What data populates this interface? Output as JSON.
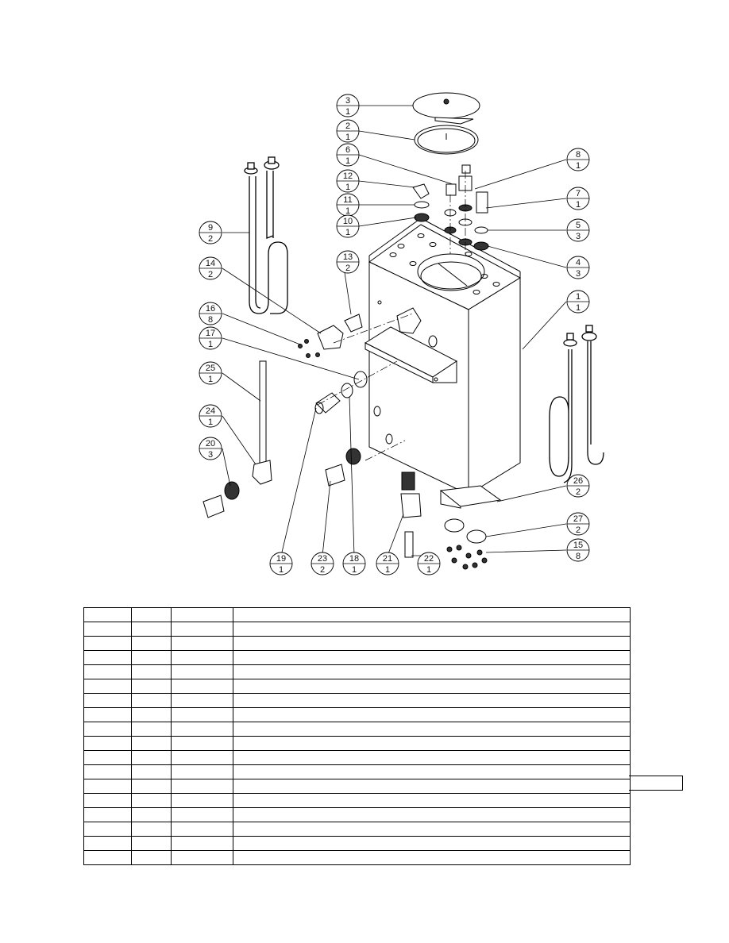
{
  "diagram": {
    "balloons": [
      {
        "item": "3",
        "qty": "1"
      },
      {
        "item": "2",
        "qty": "1"
      },
      {
        "item": "6",
        "qty": "1"
      },
      {
        "item": "12",
        "qty": "1"
      },
      {
        "item": "11",
        "qty": "1"
      },
      {
        "item": "10",
        "qty": "1"
      },
      {
        "item": "9",
        "qty": "2"
      },
      {
        "item": "14",
        "qty": "2"
      },
      {
        "item": "13",
        "qty": "2"
      },
      {
        "item": "16",
        "qty": "8"
      },
      {
        "item": "17",
        "qty": "1"
      },
      {
        "item": "25",
        "qty": "1"
      },
      {
        "item": "24",
        "qty": "1"
      },
      {
        "item": "20",
        "qty": "3"
      },
      {
        "item": "8",
        "qty": "1"
      },
      {
        "item": "7",
        "qty": "1"
      },
      {
        "item": "5",
        "qty": "3"
      },
      {
        "item": "4",
        "qty": "3"
      },
      {
        "item": "1",
        "qty": "1"
      },
      {
        "item": "26",
        "qty": "2"
      },
      {
        "item": "27",
        "qty": "2"
      },
      {
        "item": "15",
        "qty": "8"
      },
      {
        "item": "19",
        "qty": "1"
      },
      {
        "item": "23",
        "qty": "2"
      },
      {
        "item": "18",
        "qty": "1"
      },
      {
        "item": "21",
        "qty": "1"
      },
      {
        "item": "22",
        "qty": "1"
      }
    ]
  },
  "parts_table": {
    "rows": [
      [
        "",
        "",
        "",
        ""
      ],
      [
        "",
        "",
        "",
        ""
      ],
      [
        "",
        "",
        "",
        ""
      ],
      [
        "",
        "",
        "",
        ""
      ],
      [
        "",
        "",
        "",
        ""
      ],
      [
        "",
        "",
        "",
        ""
      ],
      [
        "",
        "",
        "",
        ""
      ],
      [
        "",
        "",
        "",
        ""
      ],
      [
        "",
        "",
        "",
        ""
      ],
      [
        "",
        "",
        "",
        ""
      ],
      [
        "",
        "",
        "",
        ""
      ],
      [
        "",
        "",
        "",
        ""
      ],
      [
        "",
        "",
        "",
        ""
      ],
      [
        "",
        "",
        "",
        ""
      ],
      [
        "",
        "",
        "",
        ""
      ],
      [
        "",
        "",
        "",
        ""
      ],
      [
        "",
        "",
        "",
        ""
      ],
      [
        "",
        "",
        "",
        ""
      ]
    ]
  }
}
